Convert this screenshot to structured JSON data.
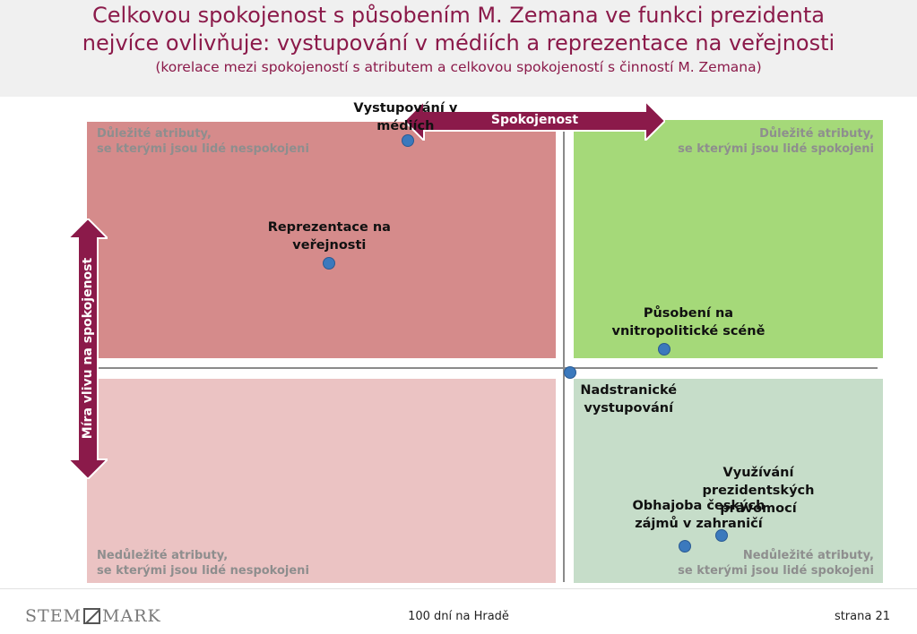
{
  "header": {
    "title_line1": "Celkovou spokojenost s působením M. Zemana ve funkci prezidenta",
    "title_line2": "nejvíce ovlivňuje: vystupování v médiích a reprezentace na veřejnosti",
    "subtitle": "(korelace mezi spokojeností s atributem a celkovou spokojeností s činností M. Zemana)"
  },
  "quadrants": {
    "top_left": {
      "line1": "Důležité atributy,",
      "line2": "se kterými jsou lidé nespokojeni",
      "color": "#d58b8b"
    },
    "top_right": {
      "line1": "Důležité atributy,",
      "line2": "se kterými jsou lidé spokojeni",
      "color": "#a5d979"
    },
    "bottom_left": {
      "line1": "Nedůležité atributy,",
      "line2": "se kterými jsou lidé nespokojeni",
      "color": "#ebc3c3"
    },
    "bottom_right": {
      "line1": "Nedůležité atributy,",
      "line2": "se kterými jsou lidé spokojeni",
      "color": "#c6ddc9"
    }
  },
  "chart_data": {
    "type": "scatter",
    "xlabel": "Spokojenost",
    "ylabel": "Míra vlivu na spokojenost",
    "xlim": [
      -1,
      1
    ],
    "ylim": [
      -1,
      1
    ],
    "grid": false,
    "accent_color": "#8b1a4a",
    "point_color": "#3b79bd",
    "points": [
      {
        "label_lines": [
          "Vystupování v",
          "médiích"
        ],
        "x": -0.496,
        "y": 0.908
      },
      {
        "label_lines": [
          "Reprezentace na",
          "veřejnosti"
        ],
        "x": -0.748,
        "y": 0.418
      },
      {
        "label_lines": [
          "Působení na",
          "vnitropolitické scéně"
        ],
        "x": 0.32,
        "y": 0.074
      },
      {
        "label_lines": [
          "Nadstranické",
          "vystupování"
        ],
        "x": 0.021,
        "y": -0.019
      },
      {
        "label_lines": [
          "Využívání",
          "prezidentských",
          "pravomocí"
        ],
        "x": 0.503,
        "y": -0.669
      },
      {
        "label_lines": [
          "Obhajoba českých",
          "zájmů v zahraničí"
        ],
        "x": 0.387,
        "y": -0.711
      }
    ]
  },
  "footer": {
    "logo_left": "STEM",
    "logo_right": "MARK",
    "center": "100 dní na Hradě",
    "page": "strana 21"
  }
}
